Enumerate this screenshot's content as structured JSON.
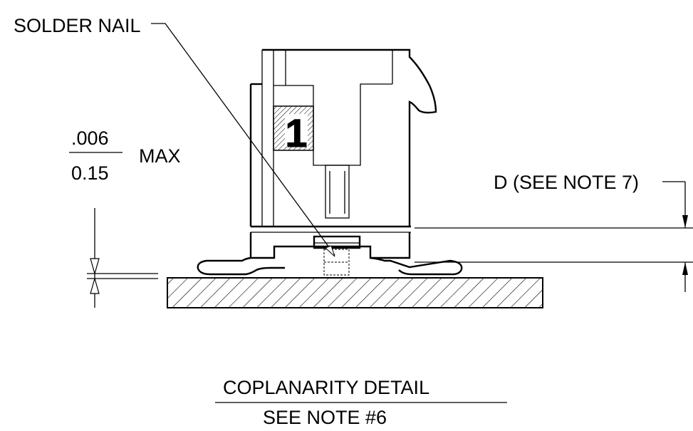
{
  "callouts": {
    "solder_nail": "SOLDER NAIL",
    "pin_marker": "1",
    "dimension_d": "D (SEE NOTE 7)"
  },
  "tolerance": {
    "inches": ".006",
    "mm": "0.15",
    "suffix": "MAX"
  },
  "caption": {
    "title": "COPLANARITY DETAIL",
    "subtitle": "SEE NOTE #6"
  },
  "colors": {
    "line": "#000000",
    "background": "#ffffff"
  }
}
